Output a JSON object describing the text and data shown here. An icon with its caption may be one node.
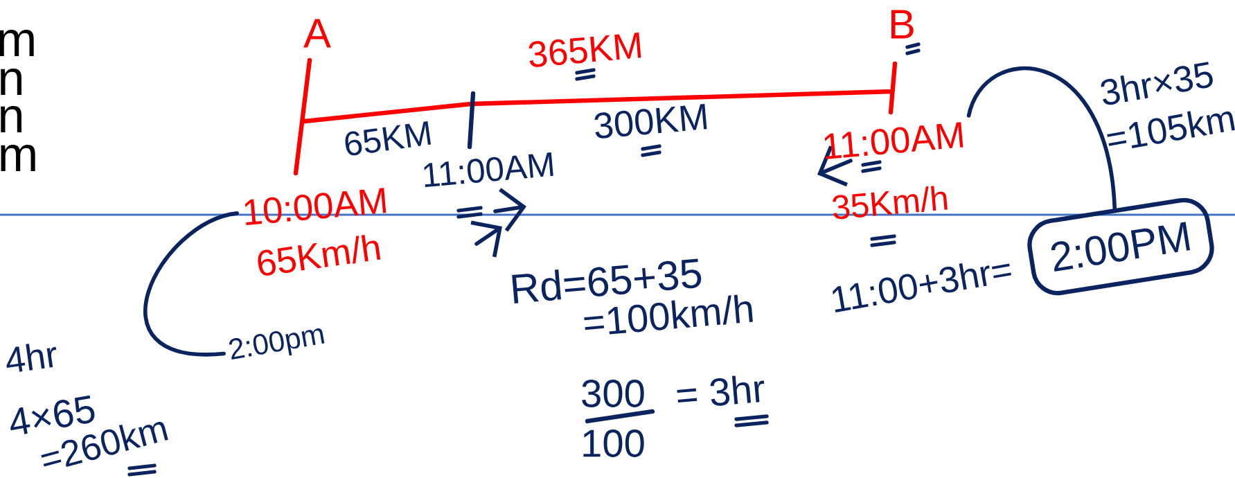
{
  "diagram": {
    "nodes": [
      {
        "text": [
          "11:00AM"
        ]
      },
      {
        "text": [
          "10:00AM"
        ]
      },
      {
        "text": [
          "2:00PM"
        ]
      },
      {
        "text": [
          "2:00pm"
        ]
      }
    ],
    "edges": [
      {
        "from": 1,
        "to": 3,
        "arrow": "none"
      },
      {
        "from": 0,
        "to": 2,
        "arrow": "none"
      }
    ],
    "labels": [
      "m",
      "n",
      "n",
      "m",
      "A",
      "365KM",
      "B",
      "65KM",
      "300KM",
      "11:00AM",
      "65Km/h",
      "35Km/h",
      "11:00+3hr=",
      "3hr×35",
      "=105km",
      "Rd=65+35",
      "=100km/h",
      "4hr",
      "300",
      "= 3hr",
      "100",
      "4×65",
      "=260km"
    ]
  }
}
